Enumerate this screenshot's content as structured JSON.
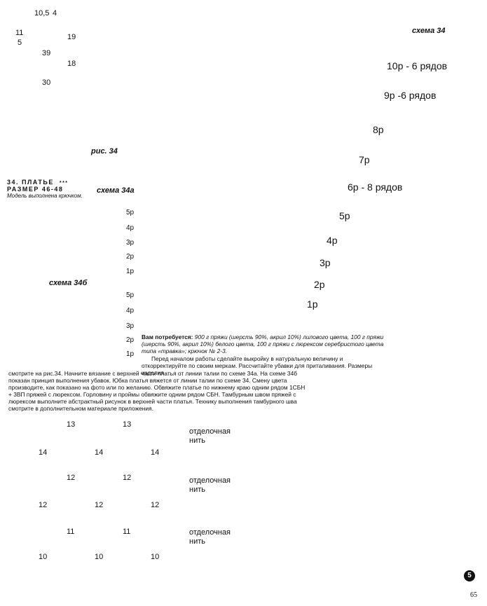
{
  "pattern_title": "34. ПЛАТЬЕ",
  "size_line": "РАЗМЕР 46-48",
  "size_marks": "***",
  "model_note": "Модель выполнена крючком.",
  "schematic": {
    "top_measures": [
      "10,5",
      "4"
    ],
    "left_measures": [
      "11",
      "5"
    ],
    "right_measures": [
      "19",
      "18"
    ],
    "inner_measures": [
      "39",
      "30"
    ]
  },
  "chart_labels": {
    "scheme_34": "схема 34",
    "fig_34": "рис. 34",
    "scheme_34a": "схема 34а",
    "scheme_34b": "схема 34б"
  },
  "scheme34_rows": [
    "10р - 6 рядов",
    "9р -6 рядов",
    "8р",
    "7р",
    "6р  - 8 рядов",
    "5р",
    "4р",
    "3р",
    "2р",
    "1р"
  ],
  "scheme34a_rows": [
    "5р",
    "4р",
    "3р",
    "2р",
    "1р"
  ],
  "scheme34b_rows": [
    "5р",
    "4р",
    "3р",
    "2р",
    "1р"
  ],
  "materials_heading": "Вам потребуется:",
  "materials_text": "900 г пряжи (шерсть 90%, акрил 10%) лилового цвета, 100 г пряжи (шерсть 90%, акрил 10%) белого цвета, 100 г пряжи с люрексом серебристого цвета типа «травка»; крючок № 2-3.",
  "instructions_1": "Перед началом работы сделайте выкройку в натуральную величину и откорректируйте по своим меркам. Рассчитайте убавки для приталивания. Размеры изделия",
  "instructions_2": "смотрите на рис.34. Начните вязание с верхней части платья от линии талии по схеме 34а. На схеме 34б показан принцип выполнения убавок. Юбка платья вяжется от линии талии по схеме 34. Смену цвета производите, как показано на фото или по желанию. Обвяжите платье по нижнему краю одним рядом 1СБН + 3ВП пряжей с люрексом. Горловину и проймы обвяжите одним рядом СБН. Тамбурным швом пряжей с люрексом выполните абстрактный рисунок в верхней части платья. Технику выполнения тамбурного шва смотрите в дополнительном материале приложения.",
  "trim_label": "отделочная нить",
  "band_numbers": [
    {
      "top": "13",
      "bottom": "14"
    },
    {
      "top": "12",
      "bottom": "12"
    },
    {
      "top": "11",
      "bottom": "10"
    }
  ],
  "fan_badge": "5",
  "page_number": "65"
}
